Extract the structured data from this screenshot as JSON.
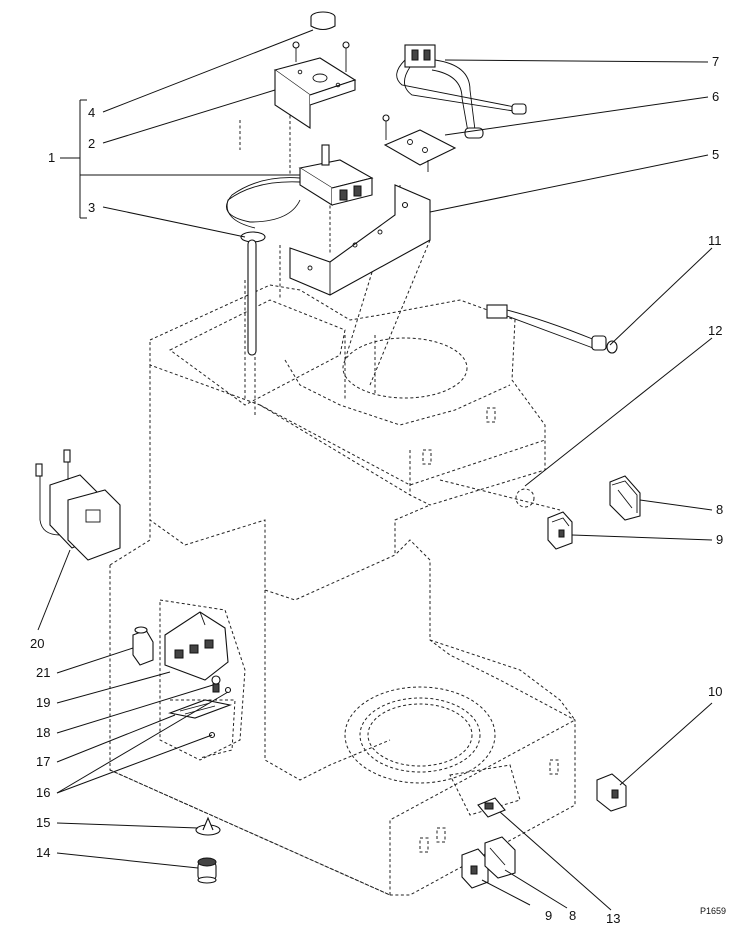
{
  "figure_code": "P1659",
  "callouts": {
    "c1": "1",
    "c2": "2",
    "c3": "3",
    "c4": "4",
    "c5": "5",
    "c6": "6",
    "c7": "7",
    "c8a": "8",
    "c8b": "8",
    "c9a": "9",
    "c9b": "9",
    "c10": "10",
    "c11": "11",
    "c12": "12",
    "c13": "13",
    "c14": "14",
    "c15": "15",
    "c16": "16",
    "c17": "17",
    "c18": "18",
    "c19": "19",
    "c20": "20",
    "c21": "21"
  }
}
